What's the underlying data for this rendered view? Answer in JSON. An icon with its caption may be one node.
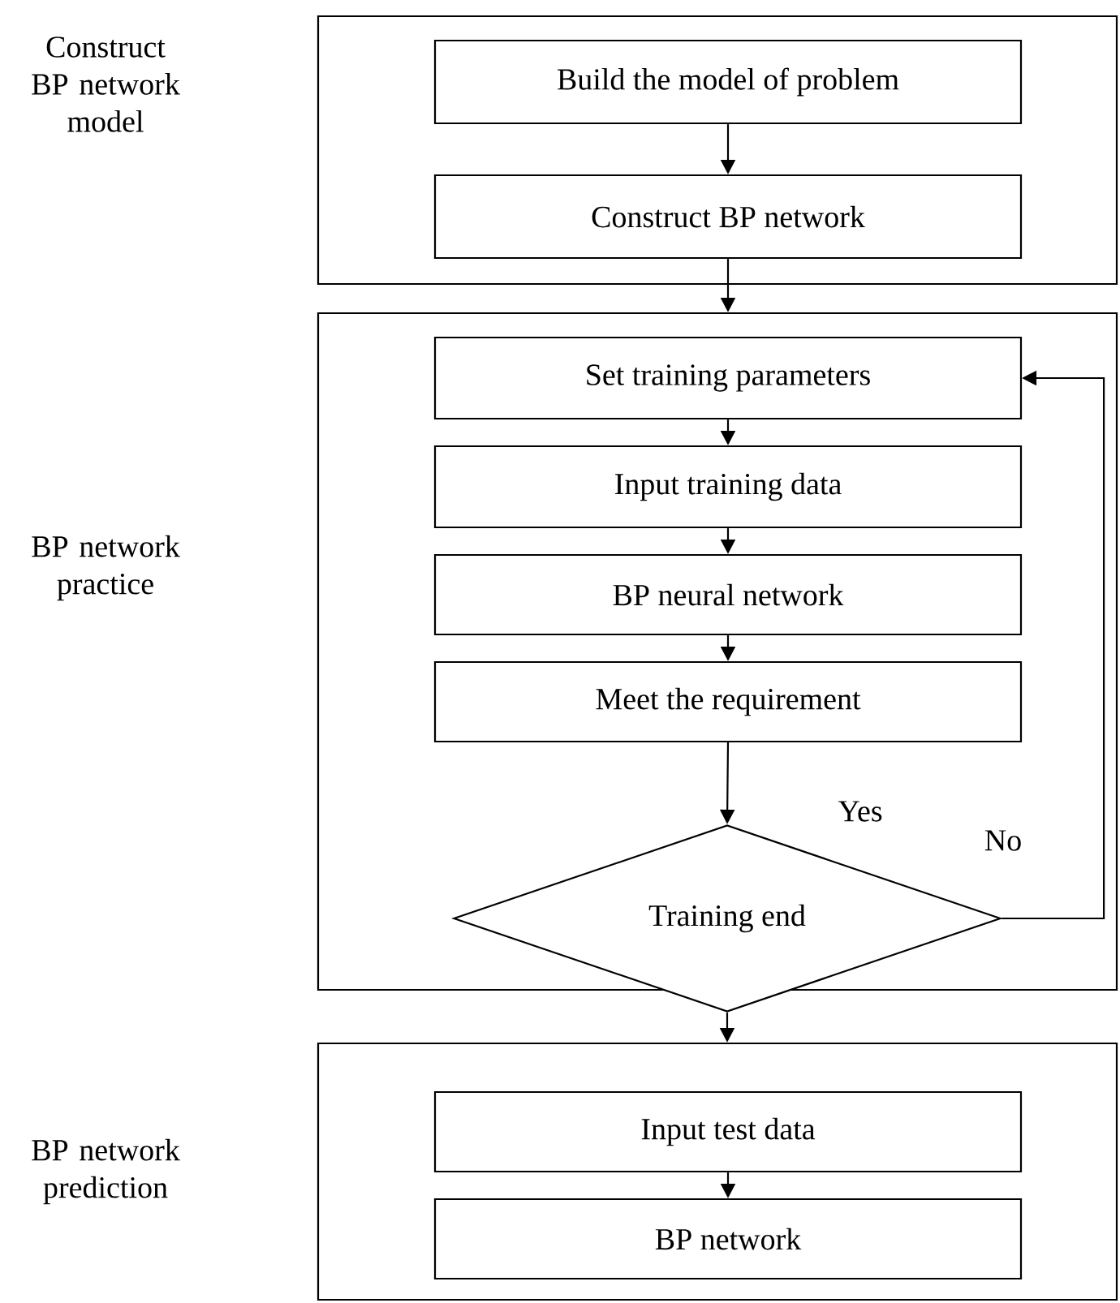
{
  "diagram": {
    "nodes": [
      {
        "text": [
          "Construct BP network model"
        ]
      },
      {
        "text": [
          "Build the model of problem"
        ],
        "in": 0
      },
      {
        "text": [
          "Construct BP network"
        ],
        "in": 0
      },
      {
        "text": [
          "BP network practice"
        ]
      },
      {
        "text": [
          "Set training parameters"
        ],
        "in": 3
      },
      {
        "text": [
          "Input training data"
        ],
        "in": 3
      },
      {
        "text": [
          "BP neural network"
        ],
        "in": 3
      },
      {
        "text": [
          "Meet the requirement"
        ],
        "in": 3
      },
      {
        "text": [
          "Training end"
        ],
        "in": 3
      },
      {
        "text": [
          "BP network prediction"
        ]
      },
      {
        "text": [
          "Input test data"
        ],
        "in": 9
      },
      {
        "text": [
          "BP network"
        ],
        "in": 9
      }
    ],
    "edges": [
      {
        "from": 1,
        "to": 2,
        "arrow": "to"
      },
      {
        "from": 2,
        "to": 3,
        "arrow": "to"
      },
      {
        "from": 4,
        "to": 5,
        "arrow": "to"
      },
      {
        "from": 5,
        "to": 6,
        "arrow": "to"
      },
      {
        "from": 6,
        "to": 7,
        "arrow": "to"
      },
      {
        "from": 7,
        "to": 8,
        "arrow": "to"
      },
      {
        "from": 8,
        "to": 4,
        "arrow": "to",
        "label": "No"
      },
      {
        "from": 8,
        "to": 9,
        "arrow": "to"
      },
      {
        "from": 10,
        "to": 11,
        "arrow": "to"
      }
    ],
    "labels": [
      "Yes"
    ]
  }
}
